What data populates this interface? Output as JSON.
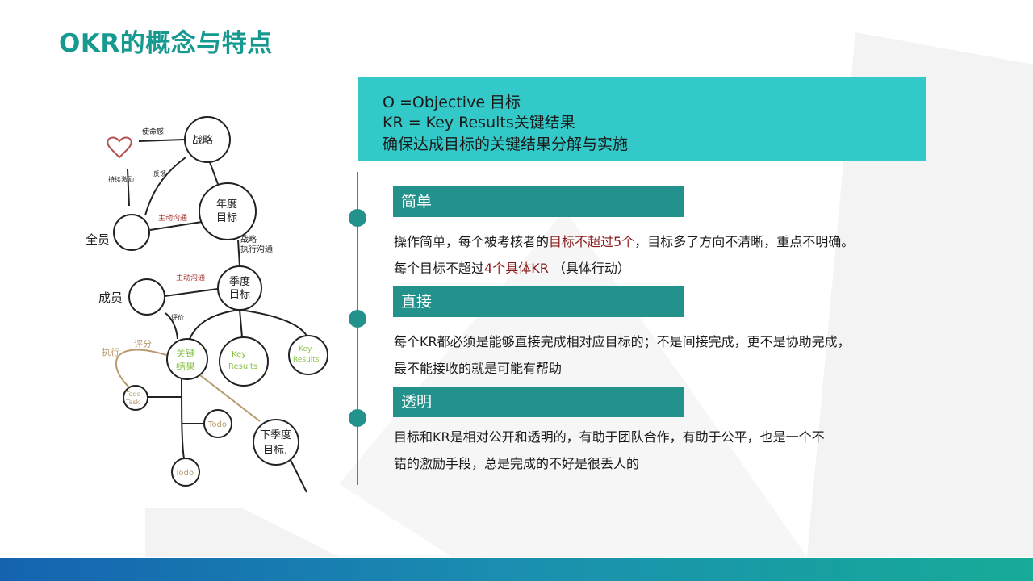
{
  "title": "OKR的概念与特点",
  "definition": {
    "line1": "O =Objective 目标",
    "line2": "KR  = Key Results关键结果",
    "line3": "确保达成目标的关键结果分解与实施"
  },
  "sections": [
    {
      "heading": "简单",
      "line1_a": "操作简单，每个被考核者的",
      "line1_b": "目标不超过5个",
      "line1_c": "，目标多了方向不清晰，重点不明确。",
      "line2_a": "每个目标不超过",
      "line2_b": "4个具体KR",
      "line2_c": " （具体行动）"
    },
    {
      "heading": "直接",
      "line1": "每个KR都必须是能够直接完成相对应目标的；不是间接完成，更不是协助完成，",
      "line2": "最不能接收的就是可能有帮助"
    },
    {
      "heading": "透明",
      "line1": "目标和KR是相对公开和透明的，有助于团队合作，有助于公平，也是一个不",
      "line2": "错的激励手段，总是完成的不好是很丢人的"
    }
  ],
  "diagram": {
    "strategy": "战略",
    "mission": "使命感",
    "annual_1": "年度",
    "annual_2": "目标",
    "all_staff": "全员",
    "motivate": "持续激励",
    "feedback": "反馈",
    "communicate_1": "主动沟通",
    "exec_comm_1": "战略",
    "exec_comm_2": "执行沟通",
    "quarter_1": "季度",
    "quarter_2": "目标",
    "members": "成员",
    "communicate_2": "主动沟通",
    "evaluate": "评价",
    "execute": "执行",
    "score": "评分",
    "kr_1": "关键",
    "kr_2": "结果",
    "key": "Key",
    "results": "Results",
    "todo_task_1": "Todo",
    "todo_task_2": "Task",
    "todo": "Todo",
    "next_1": "下季度",
    "next_2": "目标."
  },
  "colors": {
    "accent": "#16998f",
    "box": "#33c9c9",
    "header": "#23918c",
    "highlight": "#8b1a1a"
  }
}
